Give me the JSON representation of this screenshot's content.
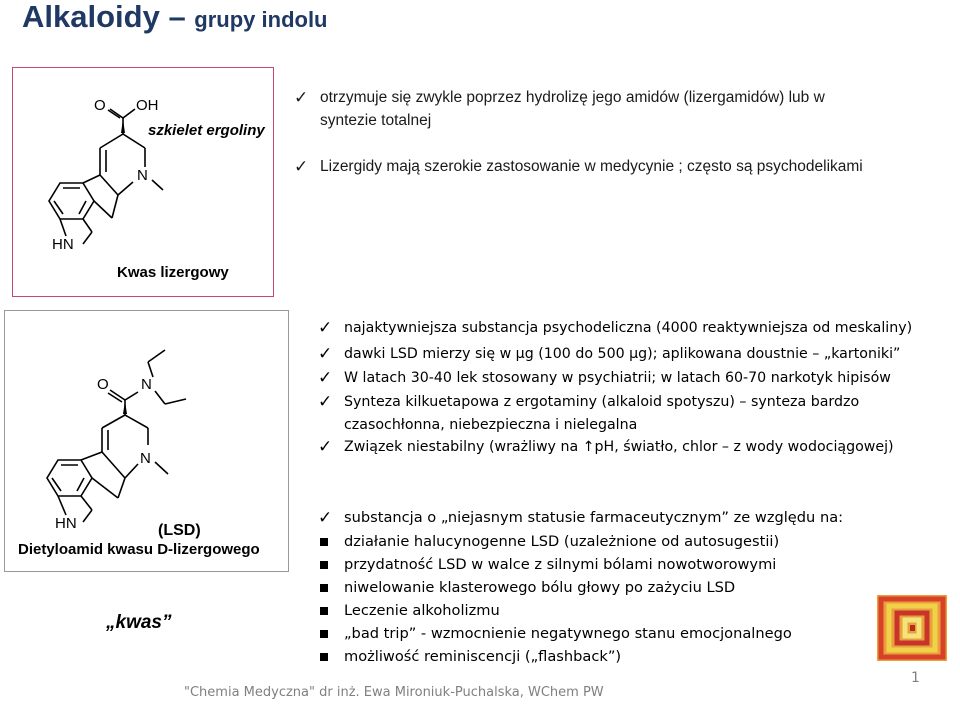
{
  "title": {
    "main": "Alkaloidy",
    "dash": " – ",
    "sub": "grupy indolu"
  },
  "top_structure": {
    "label_o": "O",
    "label_oh": "OH",
    "caption_skeleton": "szkielet ergoliny",
    "label_n": "N",
    "label_hn": "HN",
    "name": "Kwas lizergowy"
  },
  "bottom_structure": {
    "label_o": "O",
    "label_n_amide": "N",
    "label_n_ring": "N",
    "label_hn": "HN",
    "abbr": "(LSD)",
    "name": "Dietyloamid kwasu D-lizergowego"
  },
  "kwas_label": "„kwas”",
  "section1_bullets": [
    "otrzymuje się zwykle poprzez hydrolizę jego amidów (lizergamidów) lub w",
    "syntezie totalnej",
    "Lizergidy mają szerokie zastosowanie w medycynie ; często są psychodelikami"
  ],
  "section2_bullets": [
    "najaktywniejsza substancja psychodeliczna (4000 reaktywniejsza od meskaliny)",
    "dawki LSD mierzy się w µg (100 do 500 µg); aplikowana doustnie – „kartoniki”",
    "W latach 30-40 lek stosowany w psychiatrii; w latach 60-70 narkotyk hipisów",
    "Synteza kilkuetapowa z ergotaminy (alkaloid spotyszu) – synteza bardzo",
    "czasochłonna, niebezpieczna i nielegalna",
    "Związek niestabilny (wrażliwy na ↑pH, światło, chlor – z wody wodociągowej)"
  ],
  "section3_bullets": [
    "substancja o „niejasnym statusie farmaceutycznym” ze względu na:",
    "działanie halucynogenne LSD (uzależnione od autosugestii)",
    "przydatność LSD w walce z silnymi bólami nowotworowymi",
    "niwelowanie klasterowego bólu głowy po zażyciu LSD",
    "Leczenie alkoholizmu",
    "„bad trip” -  wzmocnienie negatywnego stanu emocjonalnego",
    "możliwość reminiscencji („flashback”)"
  ],
  "footer": "\"Chemia Medyczna\" dr inż. Ewa Mironiuk-Puchalska, WChem PW",
  "page_number": "1",
  "colors": {
    "title": "#1f3864",
    "pink_border": "#c8447a",
    "grey_border": "#999999",
    "footer": "#808080"
  },
  "icons": [
    "check-icon",
    "square-bullet-icon",
    "up-arrow-icon",
    "spiral-mosaic-image"
  ]
}
